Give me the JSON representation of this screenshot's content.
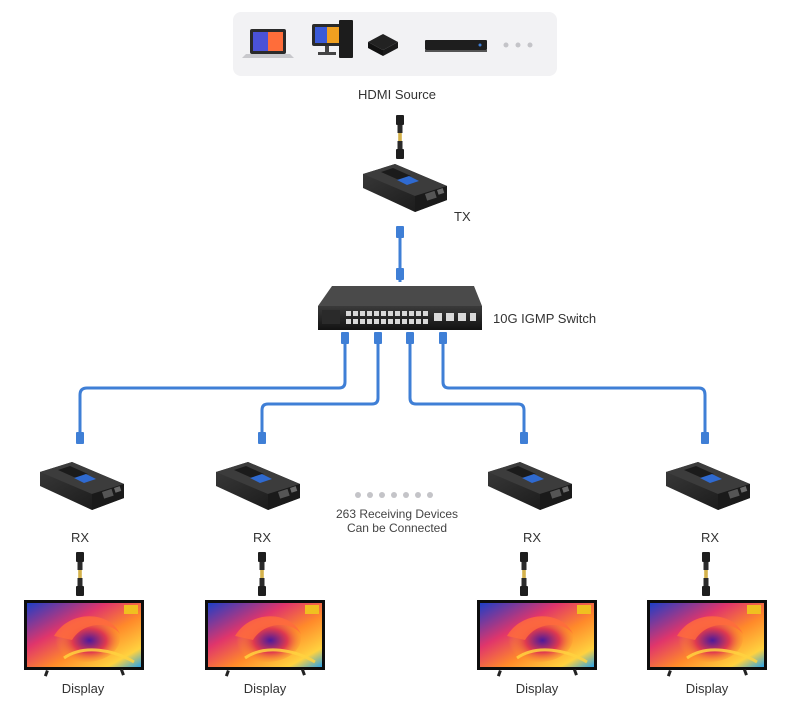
{
  "labels": {
    "source": "HDMI Source",
    "tx": "TX",
    "switch": "10G IGMP Switch",
    "receivers_line1": "263 Receiving Devices",
    "receivers_line2": "Can be Connected",
    "rx": [
      "RX",
      "RX",
      "RX",
      "RX"
    ],
    "display": [
      "Display",
      "Display",
      "Display",
      "Display"
    ]
  },
  "colors": {
    "network_cable": "#3f7fd6",
    "device_body": "#2b2b2b",
    "panel_bg": "#f2f2f4",
    "label_text": "#333333"
  },
  "icons": {
    "sources": [
      "laptop-icon",
      "desktop-pc-icon",
      "media-box-icon",
      "set-top-box-icon",
      "ellipsis-icon"
    ],
    "hdmi": "hdmi-cable-icon",
    "extender": "hdmi-extender-icon",
    "switch": "network-switch-icon",
    "display": "tv-display-icon"
  }
}
